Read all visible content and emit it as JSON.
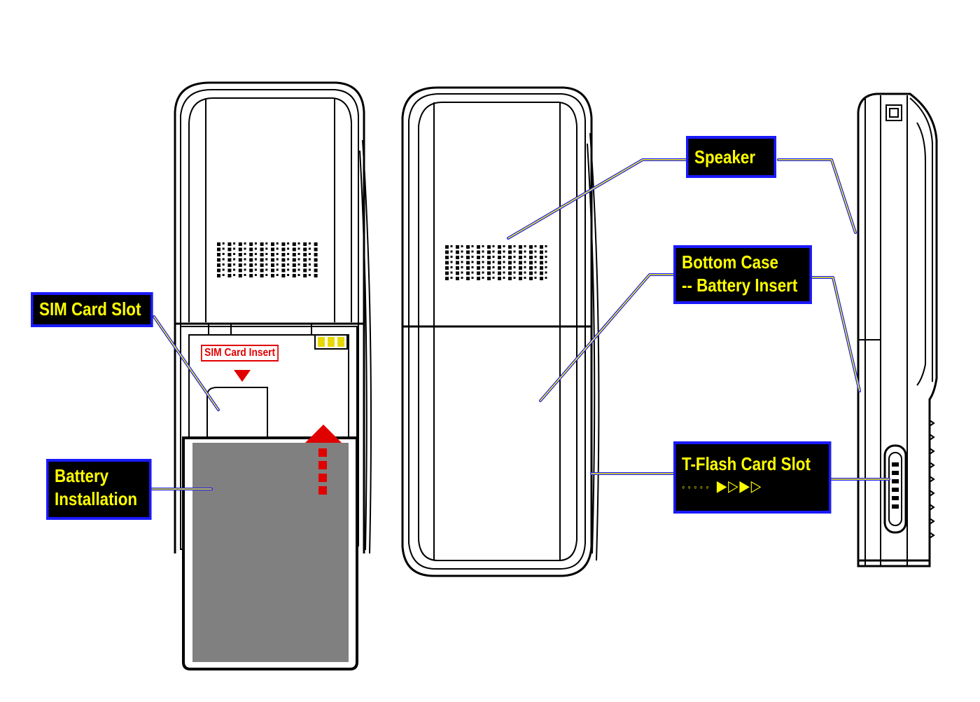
{
  "callouts": {
    "sim_card_slot": "SIM Card Slot",
    "battery_line1": "Battery",
    "battery_line2": "Installation",
    "speaker": "Speaker",
    "bottom_case_line1": "Bottom Case",
    "bottom_case_line2": "-- Battery Insert",
    "tflash_line1": "T-Flash Card Slot",
    "tflash_dots": "◦◦◦◦◦",
    "tflash_arrows": "▶▷▶▷"
  },
  "labels": {
    "sim_card_insert": "SIM Card Insert"
  },
  "colors": {
    "callout_bg": "#000000",
    "callout_border": "#1a1aff",
    "callout_text": "#ffff00",
    "leader_blue": "#1a1aff",
    "leader_yellow": "#ffff00",
    "insert_red": "#e00000",
    "battery_gray": "#808080"
  }
}
